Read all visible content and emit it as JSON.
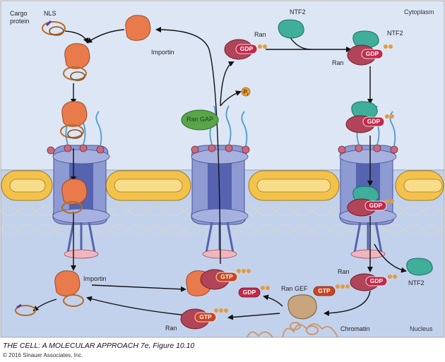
{
  "regions": {
    "cytoplasm": "Cytoplasm",
    "nucleus": "Nucleus"
  },
  "labels": {
    "cargo": "Cargo\nprotein",
    "nls": "NLS",
    "importin_top": "Importin",
    "importin_bottom": "Importin",
    "ran_top": "Ran",
    "ntf2_top": "NTF2",
    "ntf2_complex": "NTF2",
    "ran_complex": "Ran",
    "ran_gap": "Ran GAP",
    "pi": "P",
    "pi_sub": "i",
    "ran_gef": "Ran GEF",
    "chromatin": "Chromatin",
    "ran_right": "Ran",
    "ntf2_right": "NTF2",
    "ran_bottom": "Ran"
  },
  "pills": {
    "gdp_top": "GDP",
    "gdp_complex": "GDP",
    "gdp_right_pore_top": "GDP",
    "gdp_right_pore_mid": "GDP",
    "gdp_right_nucleus": "GDP",
    "gdp_small": "GDP",
    "gtp_small": "GTP",
    "gtp_importin": "GTP",
    "gtp_bottom": "GTP"
  },
  "caption": {
    "title": "THE CELL: A MOLECULAR APPROACH 7e, Figure 10.10",
    "copyright": "© 2016 Sinauer Associates, Inc."
  },
  "colors": {
    "cytoplasm_bg": "#dde6f4",
    "nucleus_bg": "#c3d2ec",
    "membrane": "#f2c24a",
    "importin": "#e97a4b",
    "ran": "#b24458",
    "ntf2": "#3fae9a",
    "ran_gap": "#5aa54a",
    "ran_gef": "#c8a57c",
    "pore": "#8e9ad2",
    "gdp_pill": "#c22a4a",
    "gtp_pill": "#c94520",
    "phosphate": "#e5a13a"
  }
}
